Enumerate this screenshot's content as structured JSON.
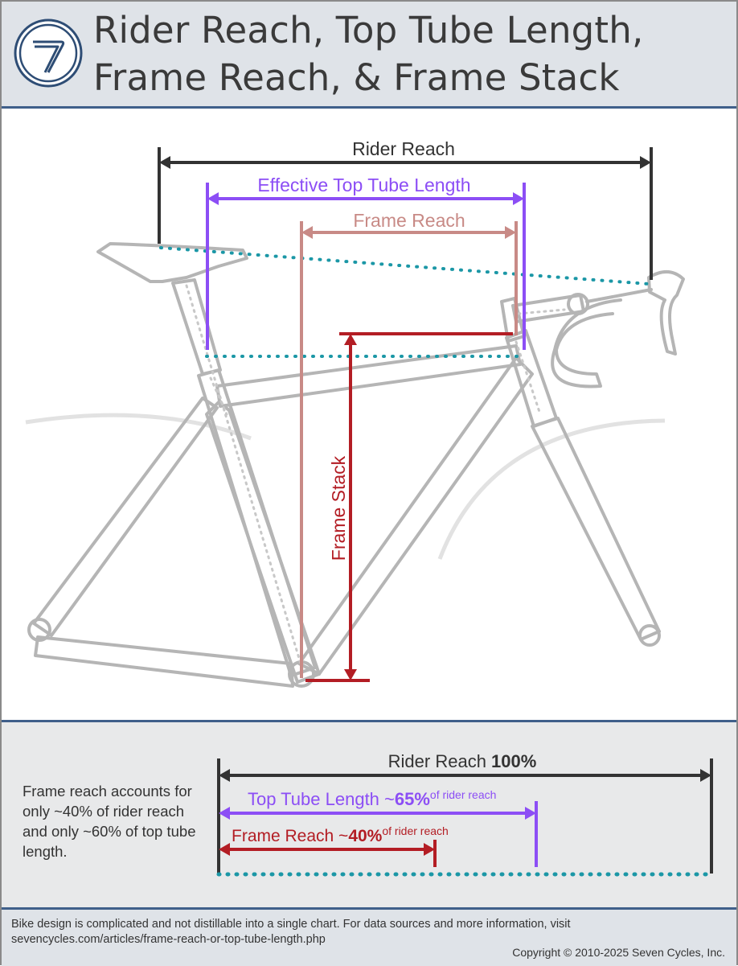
{
  "header": {
    "title_line_1": "Rider Reach, Top Tube Length,",
    "title_line_2": "Frame Reach, & Frame Stack",
    "logo_glyph": "7"
  },
  "diagram": {
    "rider_reach_label": "Rider Reach",
    "top_tube_label": "Effective Top Tube Length",
    "frame_reach_label": "Frame Reach",
    "frame_stack_label": "Frame Stack"
  },
  "summary": {
    "note": "Frame reach accounts for only ~40% of rider reach and only ~60% of top tube length.",
    "rider_reach": {
      "label": "Rider Reach ",
      "value": "100%",
      "suffix": ""
    },
    "top_tube": {
      "label": "Top Tube Length ~",
      "value": "65%",
      "suffix": "of rider reach"
    },
    "frame_reach": {
      "label": "Frame Reach ~",
      "value": "40%",
      "suffix": "of rider reach"
    }
  },
  "footer": {
    "line_1": "Bike design is complicated and not distillable into a single chart.  For data sources and more information, visit",
    "line_2": "sevencycles.com/articles/frame-reach-or-top-tube-length.php",
    "copyright": "Copyright © 2010-2025 Seven Cycles, Inc."
  },
  "colors": {
    "rider_reach": "#333333",
    "top_tube": "#8c4ef5",
    "frame_reach": "#c88a86",
    "frame_reach_summary": "#b31d24",
    "frame_stack": "#b31d24",
    "dotted_guide": "#1b97a6",
    "frame_line": "#b5b5b5",
    "accent_border": "#3f5f8a"
  }
}
